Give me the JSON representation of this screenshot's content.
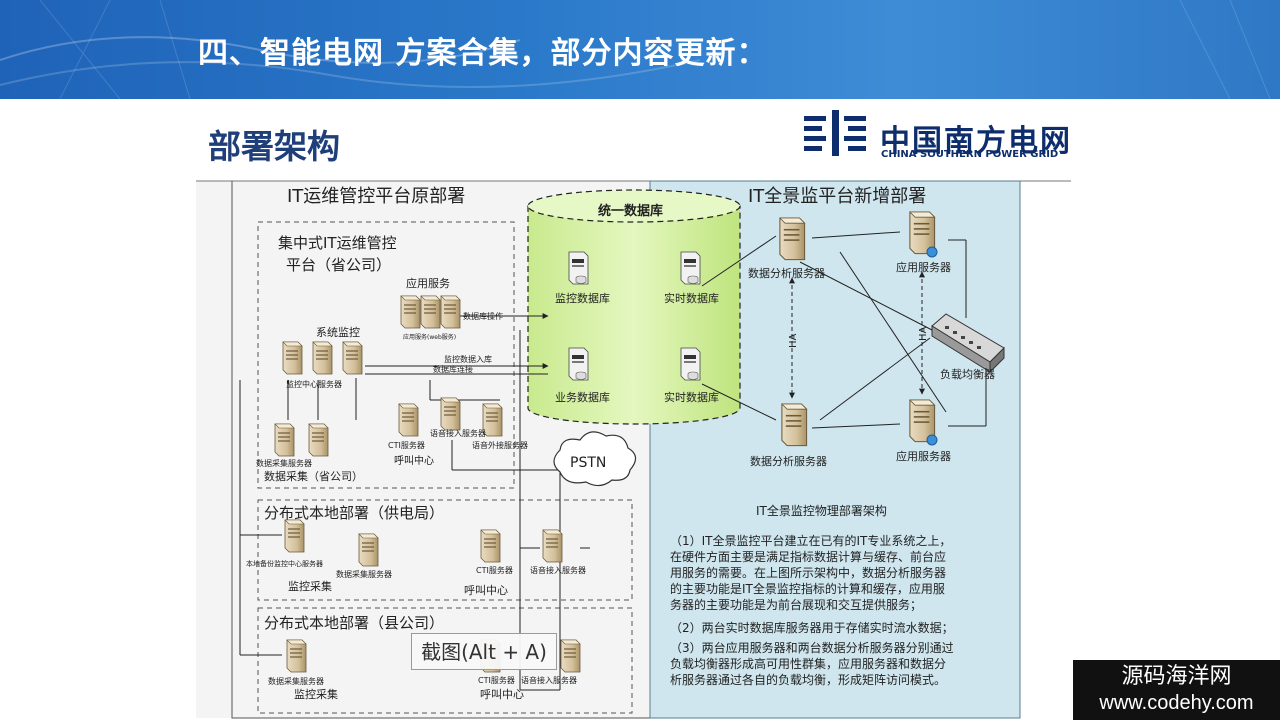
{
  "header": {
    "title": "四、智能电网 方案合集，部分内容更新："
  },
  "slide": {
    "title": "部署架构",
    "logo_cn": "中国南方电网",
    "logo_en": "CHINA SOUTHERN POWER GRID"
  },
  "diagram": {
    "left_title": "IT运维管控平台原部署",
    "right_title": "IT全景监平台新增部署",
    "db_title": "统一数据库",
    "centralized_line1": "集中式IT运维管控",
    "centralized_line2": "平台（省公司）",
    "app_service": "应用服务",
    "app_service_sub": "应用服务(web服务)",
    "db_op": "数据库操作",
    "sys_monitor": "系统监控",
    "monitor_center_server": "监控中心服务器",
    "monitor_db_in": "监控数据入库",
    "db_conn": "数据库连接",
    "monitor_db": "监控数据库",
    "business_db": "业务数据库",
    "realtime_db_1": "实时数据库",
    "realtime_db_2": "实时数据库",
    "cti_server": "CTI服务器",
    "voice_in_server": "语音接入服务器",
    "voice_out_server": "语音外接服务器",
    "call_center": "呼叫中心",
    "collect_server": "数据采集服务器",
    "collect_province": "数据采集（省公司）",
    "pstn": "PSTN",
    "dist_supply": "分布式本地部署（供电局）",
    "local_backup_server": "本地备份监控中心服务器",
    "collect_server_2": "数据采集服务器",
    "monitor_collect_1": "监控采集",
    "cti_server_2": "CTI服务器",
    "voice_in_server_2": "语音接入服务器",
    "call_center_2": "呼叫中心",
    "dist_county": "分布式本地部署（县公司）",
    "collect_server_3": "数据采集服务器",
    "monitor_collect_2": "监控采集",
    "cti_server_3": "CTI服务器",
    "voice_in_server_3": "语音接入服务器",
    "call_center_3": "呼叫中心",
    "analysis_server_1": "数据分析服务器",
    "analysis_server_2": "数据分析服务器",
    "app_server_1": "应用服务器",
    "app_server_2": "应用服务器",
    "load_balancer": "负载均衡器",
    "ha_1": "HA",
    "ha_2": "HA",
    "phys_title": "IT全景监控物理部署架构",
    "desc_lines": [
      "（1）IT全景监控平台建立在已有的IT专业系统之上，",
      "在硬件方面主要是满足指标数据计算与缓存、前台应",
      "用服务的需要。在上图所示架构中，数据分析服务器",
      "的主要功能是IT全景监控指标的计算和缓存，应用服",
      "务器的主要功能是为前台展现和交互提供服务；",
      "（2）两台实时数据库服务器用于存储实时流水数据；",
      "（3）两台应用服务器和两台数据分析服务器分别通过",
      "负载均衡器形成高可用性群集，应用服务器和数据分",
      "析服务器通过各自的负载均衡，形成矩阵访问模式。"
    ]
  },
  "screenshot_tip": "截图(Alt + A)",
  "watermark": {
    "cn": "源码海洋网",
    "url": "www.codehy.com"
  },
  "colors": {
    "banner": "#2a78c9",
    "right_panel": "#cfe6ee",
    "db_cylinder": "#d6f1a6",
    "title_blue": "#1f3f7a"
  }
}
